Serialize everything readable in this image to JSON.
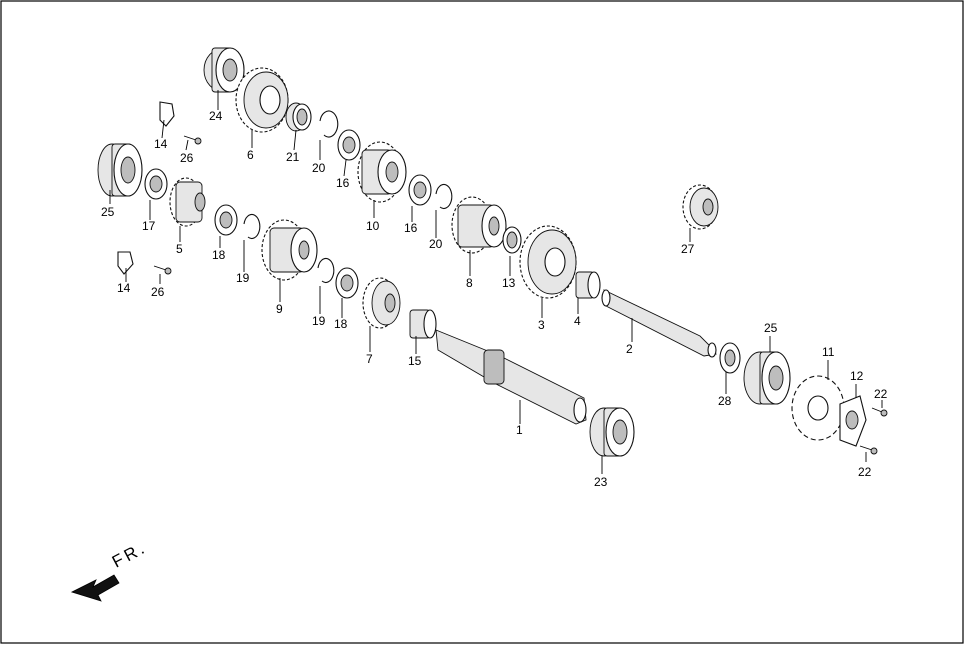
{
  "direction_label": "FR.",
  "callouts": [
    "24",
    "6",
    "14",
    "26",
    "21",
    "20",
    "16",
    "25",
    "17",
    "5",
    "18",
    "19",
    "10",
    "16",
    "20",
    "9",
    "19",
    "18",
    "7",
    "8",
    "13",
    "3",
    "4",
    "15",
    "27",
    "2",
    "1",
    "25",
    "28",
    "11",
    "12",
    "22",
    "22",
    "14",
    "26",
    "23"
  ],
  "parts": [
    {
      "label": "1",
      "type": "main-shaft"
    },
    {
      "label": "2",
      "type": "counter-shaft"
    },
    {
      "label": "3",
      "type": "gear"
    },
    {
      "label": "4",
      "type": "bushing"
    },
    {
      "label": "5",
      "type": "gear"
    },
    {
      "label": "6",
      "type": "gear"
    },
    {
      "label": "7",
      "type": "gear"
    },
    {
      "label": "8",
      "type": "gear"
    },
    {
      "label": "9",
      "type": "gear"
    },
    {
      "label": "10",
      "type": "gear"
    },
    {
      "label": "11",
      "type": "sprocket"
    },
    {
      "label": "12",
      "type": "plate"
    },
    {
      "label": "13",
      "type": "washer"
    },
    {
      "label": "14",
      "type": "plate"
    },
    {
      "label": "15",
      "type": "bushing"
    },
    {
      "label": "16",
      "type": "splined-washer"
    },
    {
      "label": "17",
      "type": "splined-washer"
    },
    {
      "label": "18",
      "type": "splined-washer"
    },
    {
      "label": "19",
      "type": "circlip"
    },
    {
      "label": "20",
      "type": "circlip"
    },
    {
      "label": "21",
      "type": "bushing"
    },
    {
      "label": "22",
      "type": "bolt"
    },
    {
      "label": "23",
      "type": "bearing"
    },
    {
      "label": "24",
      "type": "bearing"
    },
    {
      "label": "25",
      "type": "bearing"
    },
    {
      "label": "26",
      "type": "bolt"
    },
    {
      "label": "27",
      "type": "gear"
    },
    {
      "label": "28",
      "type": "washer"
    }
  ]
}
